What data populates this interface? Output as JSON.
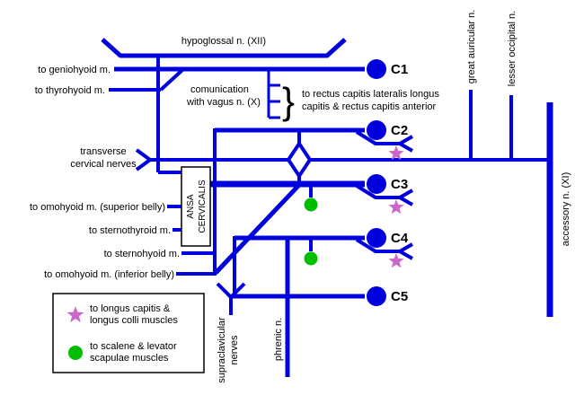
{
  "diagram": {
    "labels": {
      "hypoglossal": "hypoglossal n. (XII)",
      "geniohyoid": "to geniohyoid m.",
      "thyrohyoid": "to thyrohyoid m.",
      "communication_line1": "comunication",
      "communication_line2": "with vagus n. (X)",
      "brace": "}",
      "rectus_line1": "to rectus capitis lateralis longus",
      "rectus_line2": "capitis & rectus capitis anterior",
      "transverse_line1": "transverse",
      "transverse_line2": "cervical nerves",
      "ansa_line1": "ANSA",
      "ansa_line2": "CERVICALIS",
      "omohyoid_superior": "to omohyoid m. (superior belly)",
      "sternothyroid": "to sternothyroid m.",
      "sternohyoid": "to sternohyoid m.",
      "omohyoid_inferior": "to omohyoid m. (inferior belly)",
      "supraclavicular_line1": "supraclavicular",
      "supraclavicular_line2": "nerves",
      "phrenic": "phrenic n.",
      "great_auricular": "great auricular n.",
      "lesser_occipital": "lesser occipital n.",
      "accessory": "accessory n. (XI)"
    },
    "roots": [
      "C1",
      "C2",
      "C3",
      "C4",
      "C5"
    ],
    "legend": {
      "star_line1": "to longus capitis &",
      "star_line2": "longus colli muscles",
      "dot_line1": "to scalene & levator",
      "dot_line2": "scapulae muscles"
    },
    "colors": {
      "nerve_blue": "#0000dd",
      "star_violet": "#cc66cc",
      "dot_green": "#00bf00",
      "text_black": "#000000",
      "background": "#ffffff"
    }
  }
}
